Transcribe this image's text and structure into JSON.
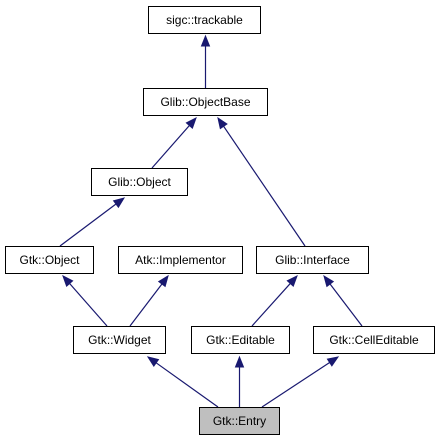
{
  "diagram": {
    "type": "class-inheritance-graph",
    "colors": {
      "edge": "#191970",
      "node_border": "#000000",
      "node_fill": "#ffffff",
      "highlight_fill": "#bfbfbf"
    },
    "nodes": {
      "sigc_trackable": "sigc::trackable",
      "glib_objectbase": "Glib::ObjectBase",
      "glib_object": "Glib::Object",
      "gtk_object": "Gtk::Object",
      "atk_implementor": "Atk::Implementor",
      "glib_interface": "Glib::Interface",
      "gtk_widget": "Gtk::Widget",
      "gtk_editable": "Gtk::Editable",
      "gtk_celleditable": "Gtk::CellEditable",
      "gtk_entry": "Gtk::Entry"
    },
    "highlighted_node": "gtk_entry",
    "edges": [
      {
        "from": "glib_objectbase",
        "to": "sigc_trackable"
      },
      {
        "from": "glib_object",
        "to": "glib_objectbase"
      },
      {
        "from": "glib_interface",
        "to": "glib_objectbase"
      },
      {
        "from": "gtk_object",
        "to": "glib_object"
      },
      {
        "from": "gtk_widget",
        "to": "gtk_object"
      },
      {
        "from": "gtk_widget",
        "to": "atk_implementor"
      },
      {
        "from": "gtk_editable",
        "to": "glib_interface"
      },
      {
        "from": "gtk_celleditable",
        "to": "glib_interface"
      },
      {
        "from": "gtk_entry",
        "to": "gtk_widget"
      },
      {
        "from": "gtk_entry",
        "to": "gtk_editable"
      },
      {
        "from": "gtk_entry",
        "to": "gtk_celleditable"
      }
    ]
  }
}
